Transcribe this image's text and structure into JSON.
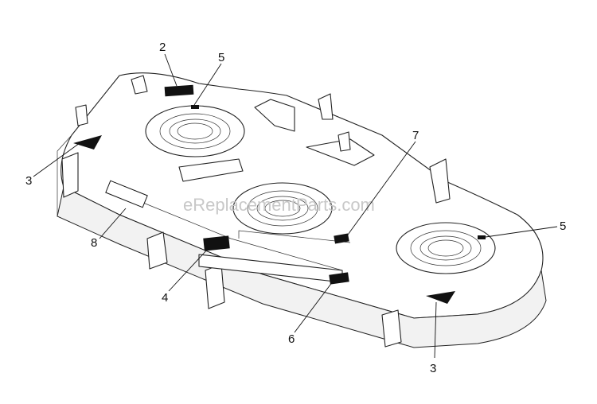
{
  "watermark": "eReplacementParts.com",
  "callouts": [
    {
      "id": "c2",
      "label": "2"
    },
    {
      "id": "c5a",
      "label": "5"
    },
    {
      "id": "c3a",
      "label": "3"
    },
    {
      "id": "c7",
      "label": "7"
    },
    {
      "id": "c5b",
      "label": "5"
    },
    {
      "id": "c8",
      "label": "8"
    },
    {
      "id": "c4",
      "label": "4"
    },
    {
      "id": "c6",
      "label": "6"
    },
    {
      "id": "c3b",
      "label": "3"
    }
  ]
}
